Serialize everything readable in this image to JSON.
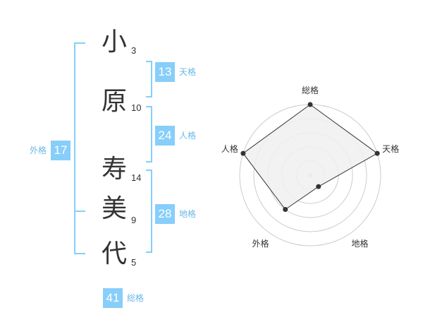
{
  "name": {
    "characters": [
      {
        "char": "小",
        "strokes": "3"
      },
      {
        "char": "原",
        "strokes": "10"
      },
      {
        "char": "寿",
        "strokes": "14"
      },
      {
        "char": "美",
        "strokes": "9"
      },
      {
        "char": "代",
        "strokes": "5"
      }
    ]
  },
  "fortunes": {
    "tenkaku": {
      "value": "13",
      "label": "天格"
    },
    "jinkaku": {
      "value": "24",
      "label": "人格"
    },
    "chikaku": {
      "value": "28",
      "label": "地格"
    },
    "gaikaku": {
      "value": "17",
      "label": "外格"
    },
    "soukaku": {
      "value": "41",
      "label": "総格"
    }
  },
  "colors": {
    "accent": "#87cefa",
    "accent_text": "#6ab8e8",
    "radar_fill": "#f0f0f0",
    "radar_line": "#333333",
    "grid": "#cccccc"
  },
  "chart_data": {
    "type": "radar",
    "axes": [
      "総格",
      "天格",
      "地格",
      "外格",
      "人格"
    ],
    "values": [
      5,
      5,
      1,
      3,
      5
    ],
    "range": [
      0,
      5
    ],
    "rings": 5
  }
}
